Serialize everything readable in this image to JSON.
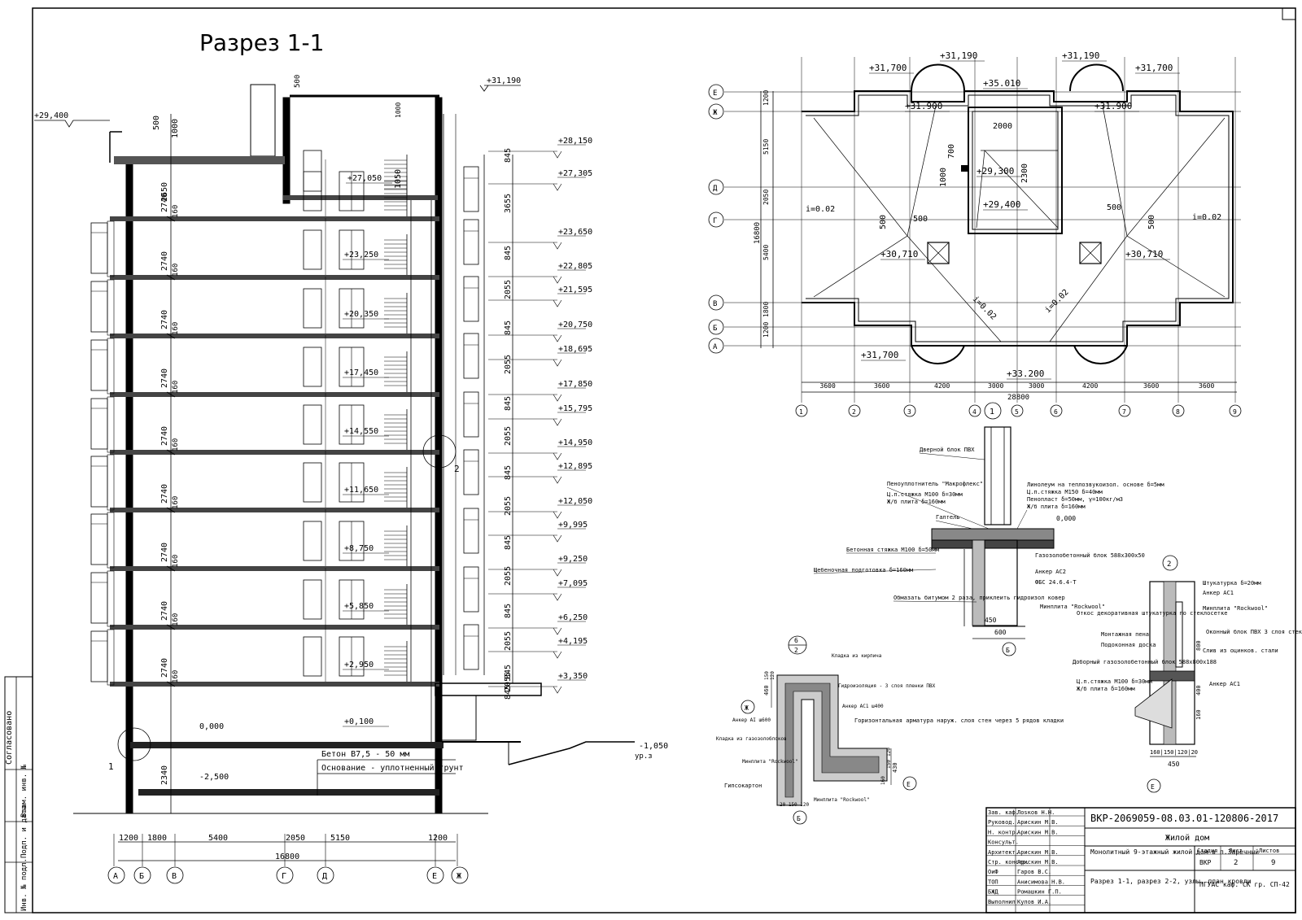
{
  "section": {
    "title": "Разрез 1-1",
    "elevations_right": [
      "+28,150",
      "+27,305",
      "+23,650",
      "+22,805",
      "+21,595",
      "+20,750",
      "+18,695",
      "+17,850",
      "+15,795",
      "+14,950",
      "+12,895",
      "+12,050",
      "+9,995",
      "+9,250",
      "+7,095",
      "+6,250",
      "+4,195",
      "+3,350"
    ],
    "elevations_inner": [
      "+27,050",
      "+23,250",
      "+20,350",
      "+17,450",
      "+14,550",
      "+11,650",
      "+8,750",
      "+5,850",
      "+2,950",
      "+0,100"
    ],
    "floor_dims": [
      "2740",
      "2740",
      "2740",
      "2740",
      "2740",
      "2740",
      "2740",
      "2740",
      "2740"
    ],
    "slab_dim": "160",
    "top_dims": {
      "parapet": "500",
      "mid": "1000",
      "lift": "2650",
      "vert_top": "500",
      "vert_mid": "1050",
      "machine": "1000"
    },
    "dims_right": [
      "845",
      "3655",
      "845",
      "2055",
      "845",
      "2055",
      "845",
      "2055",
      "845",
      "2055",
      "845",
      "2055",
      "845",
      "2055",
      "845",
      "2055",
      "845"
    ],
    "ground": {
      "zero": "0,000",
      "basement": "-2,500",
      "basement_h": "2340",
      "outside": "-1,050",
      "outside_sub": "ур.з"
    },
    "left_top_elev": "+29,400",
    "top_elev": "+31,190",
    "concrete_note": "Бетон В7,5 - 50  мм",
    "base_note": "Основание - уплотненный  грунт",
    "callouts": {
      "c1": "1",
      "c2": "2"
    },
    "bottom_dims": [
      "1200",
      "1800",
      "5400",
      "2050",
      "5150",
      "1200"
    ],
    "bottom_total": "16800",
    "axes": [
      "А",
      "Б",
      "В",
      "Г",
      "Д",
      "Е",
      "Ж"
    ]
  },
  "plan": {
    "elevations": {
      "e1": "+31,700",
      "e2": "+31,190",
      "e3": "+35.010",
      "e4": "+31,190",
      "e5": "+31,700",
      "e6": "+31.900",
      "e7": "+31.900",
      "e8": "+29,300",
      "e9": "+29,400",
      "e10": "+30,710",
      "e11": "+30,710",
      "e12": "+31,700",
      "e13": "+33.200"
    },
    "slopes": {
      "s1": "i=0.02",
      "s2": "i=0.02",
      "s3": "i=0.02",
      "s4": "i=0.02"
    },
    "inner_dims": {
      "d2000": "2000",
      "d700": "700",
      "d1000": "1000",
      "d2300": "2300",
      "d500a": "500",
      "d500b": "500",
      "d500c": "500",
      "d500d": "500"
    },
    "left_dims": [
      "1200",
      "5150",
      "2050",
      "5400",
      "1800",
      "1200"
    ],
    "left_total": "16800",
    "bottom_dims": [
      "3600",
      "3600",
      "4200",
      "3000",
      "3000",
      "4200",
      "3600",
      "3600"
    ],
    "bottom_total": "28800",
    "row_axes": [
      "Е",
      "Ж",
      "Д",
      "Г",
      "В",
      "Б",
      "А"
    ],
    "col_axes": [
      "1",
      "2",
      "3",
      "4",
      "5",
      "6",
      "7",
      "8",
      "9"
    ]
  },
  "node1": {
    "mark": "1",
    "labels": {
      "door": "Дверной блок ПВХ",
      "linoleum": "Линолеум на теплозвукоизол. основе δ=5мм",
      "screed_m150": "Ц.п.стяжка М150  δ=40мм",
      "foam": "Пенопласт  δ=50мм, γ=100кг/м3",
      "slab1": "Ж/б плита  δ=160мм",
      "sealant": "Пеноуплотнитель \"Макрофлекс\"",
      "screed_m100": "Ц.п.стяжка М100  δ=30мм",
      "slab2": "Ж/б плита  δ=160мм",
      "gallet": "Галтель",
      "zero": "0,000",
      "concrete": "Бетонная стяжка М100 δ=50мм",
      "gasblock": "Газозолобетонный блок 588х300х50",
      "anchor": "Анкер АС2",
      "crushed": "Щебеночная подготовка δ=160мм",
      "fbs": "ФБС 24.6.4-Т",
      "bitumen": "Обмазать битумом 2 раза, приклеить гидроизол ковер",
      "mineral": "Минплита \"Rockwool\"",
      "d450": "450",
      "d600": "600",
      "axis": "Б"
    }
  },
  "node2": {
    "mark": "2",
    "labels": {
      "plaster": "Штукатурка δ=20мм",
      "anchor_ac1": "Анкер АС1",
      "mineral": "Минплита \"Rockwool\"",
      "slope": "Откос декоративная штукатурка по стеклосетке",
      "window": "Оконный блок ПВХ 3 слоя стекла",
      "foam": "Монтажная пена",
      "board": "Подоконная доска",
      "drain": "Слив из оцинков. стали",
      "extra_block": "Доборный газозолобетонный блок 588х800х188",
      "screed": "Ц.п.стяжка М100  δ=30мм",
      "slab": "Ж/б плита  δ=160мм",
      "anchor2": "Анкер АС1",
      "d800": "800",
      "d400": "400",
      "d160": "160",
      "bottom_dims": "160|150|120|20",
      "d450": "450",
      "axis": "Е"
    }
  },
  "node3": {
    "mark_top": "6",
    "mark_bottom": "2",
    "labels": {
      "mesh": "Кладка из кирпича",
      "waterproof": "Гидроизоляция - 3 слоя пленки ПВХ",
      "anchor_ac": "Анкер АС1 ш400",
      "reinforce": "Горизонтальная арматура наруж. слоя стен через 5 рядов кладки",
      "anchor_ai": "Анкер АI ш600",
      "masonry": "Кладка из газозолоблоков",
      "mineral": "Минплита \"Rockwool\"",
      "gypsum": "Гипсокартон",
      "mineral2": "Минплита \"Rockwool\"",
      "d460": "460",
      "d150": "150",
      "d120": "120",
      "d430": "430",
      "d160": "160",
      "d150b": "150",
      "d120b": "120",
      "bottom_dims": "20 150 120",
      "axis_zh": "Ж",
      "axis_e": "Е",
      "axis_b": "Б"
    }
  },
  "title_block": {
    "code": "ВКР-2069059-08.03.01-120806-2017",
    "object": "Жилой дом",
    "description": "Монолитный 9-этажный жилой дом в п.Заречный",
    "sheet_title": "Разрез 1-1, разрез 2-2, узлы, план кровли",
    "stage_head": "Стадия",
    "sheet_head": "Лист",
    "sheets_head": "Листов",
    "stage": "ВКР",
    "sheet": "2",
    "sheets": "9",
    "org": "ПГУАС  каф. СК гр. СП-42",
    "rows": [
      [
        "Зав. каф.",
        "Лоsков Н.Н."
      ],
      [
        "Руковод.",
        "Арискин М.В."
      ],
      [
        "Н. контр.",
        "Арискин М.В."
      ],
      [
        "Консульт.",
        ""
      ],
      [
        "Архитект.",
        "Арискин М.В."
      ],
      [
        "Стр. констр.",
        "Арискин М.В."
      ],
      [
        "ОиФ",
        "Гаров В.С."
      ],
      [
        "ТОП",
        "Анисимова Н.В."
      ],
      [
        "БЖД",
        "Ромашкин Г.П."
      ],
      [
        "Выполнил",
        "Кулов И.А."
      ]
    ]
  },
  "side_stamp": {
    "agreed": "Согласовано",
    "labels": [
      "Инв. № подл.",
      "Подп. и дата",
      "Взам. инв. №"
    ]
  }
}
